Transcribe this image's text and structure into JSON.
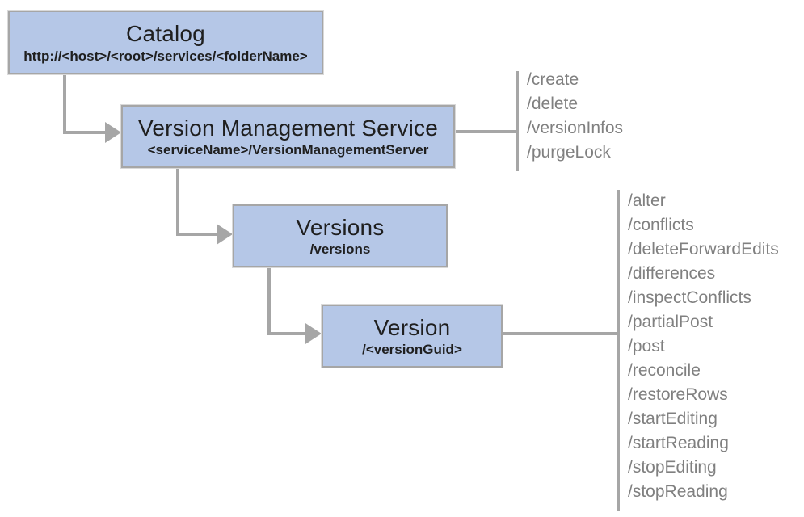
{
  "diagram": {
    "nodes": [
      {
        "id": "catalog",
        "title": "Catalog",
        "subtitle": "http://<host>/<root>/services/<folderName>"
      },
      {
        "id": "vms",
        "title": "Version Management Service",
        "subtitle": "<serviceName>/VersionManagementServer"
      },
      {
        "id": "versions",
        "title": "Versions",
        "subtitle": "/versions"
      },
      {
        "id": "version",
        "title": "Version",
        "subtitle": "/<versionGuid>"
      }
    ],
    "endpoint_lists": [
      {
        "owner": "Version Management Service",
        "items": [
          "/create",
          "/delete",
          "/versionInfos",
          "/purgeLock"
        ]
      },
      {
        "owner": "Version",
        "items": [
          "/alter",
          "/conflicts",
          "/deleteForwardEdits",
          "/differences",
          "/inspectConflicts",
          "/partialPost",
          "/post",
          "/reconcile",
          "/restoreRows",
          "/startEditing",
          "/startReading",
          "/stopEditing",
          "/stopReading"
        ]
      }
    ],
    "colors": {
      "node_fill": "#b5c7e7",
      "node_border": "#a6a6a6",
      "connector": "#a6a6a6",
      "endpoint_text": "#808080",
      "node_text": "#1f1f1f"
    }
  }
}
